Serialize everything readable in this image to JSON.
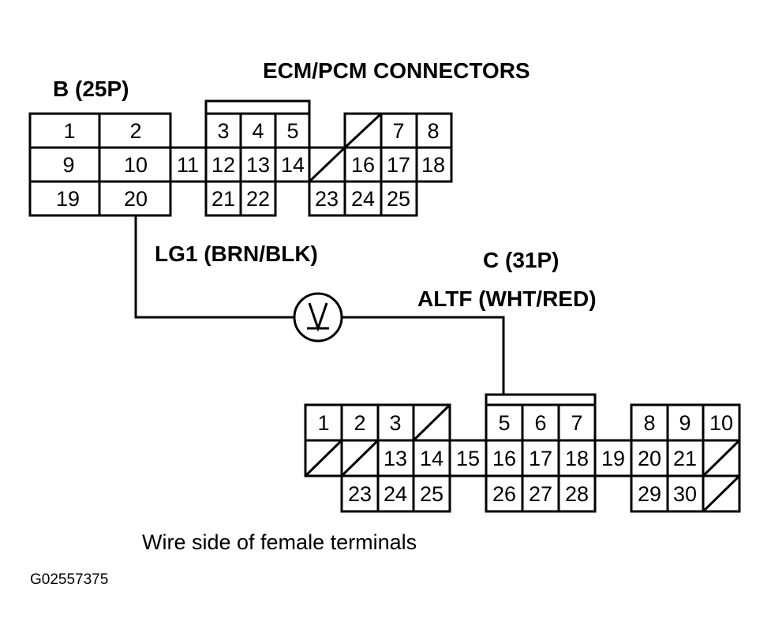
{
  "title": "ECM/PCM CONNECTORS",
  "connector_b": {
    "label": "B (25P)",
    "terminals": {
      "t1": "1",
      "t2": "2",
      "t3": "3",
      "t4": "4",
      "t5": "5",
      "t7": "7",
      "t8": "8",
      "t9": "9",
      "t10": "10",
      "t11": "11",
      "t12": "12",
      "t13": "13",
      "t14": "14",
      "t16": "16",
      "t17": "17",
      "t18": "18",
      "t19": "19",
      "t20": "20",
      "t21": "21",
      "t22": "22",
      "t23": "23",
      "t24": "24",
      "t25": "25"
    }
  },
  "connector_c": {
    "label": "C (31P)",
    "terminals": {
      "t1": "1",
      "t2": "2",
      "t3": "3",
      "t5": "5",
      "t6": "6",
      "t7": "7",
      "t8": "8",
      "t9": "9",
      "t10": "10",
      "t13": "13",
      "t14": "14",
      "t15": "15",
      "t16": "16",
      "t17": "17",
      "t18": "18",
      "t19": "19",
      "t20": "20",
      "t21": "21",
      "t23": "23",
      "t24": "24",
      "t25": "25",
      "t26": "26",
      "t27": "27",
      "t28": "28",
      "t29": "29",
      "t30": "30"
    }
  },
  "wire_b": "LG1 (BRN/BLK)",
  "wire_c": "ALTF (WHT/RED)",
  "meter_icon": "voltmeter-icon",
  "caption": "Wire side of female terminals",
  "figure_id": "G02557375"
}
